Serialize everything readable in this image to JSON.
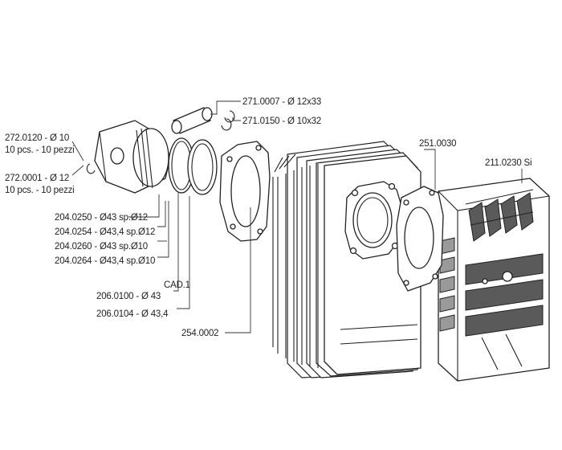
{
  "labels": {
    "pin_12x33": "271.0007 - Ø 12x33",
    "pin_10x32": "271.0150 - Ø 10x32",
    "clip_10": "272.0120 - Ø 10",
    "clip_10_pcs": "10 pcs. - 10 pezzi",
    "clip_12": "272.0001 - Ø 12",
    "clip_12_pcs": "10 pcs. - 10 pezzi",
    "ring_a": "204.0250 - Ø43 sp.Ø12",
    "ring_b": "204.0254 - Ø43,4 sp.Ø12",
    "ring_c": "204.0260 - Ø43 sp.Ø10",
    "ring_d": "204.0264 - Ø43,4 sp.Ø10",
    "cad": "CAD.1",
    "ring_set_43": "206.0100 - Ø 43",
    "ring_set_434": "206.0104 - Ø 43,4",
    "base_gasket": "254.0002",
    "head_gasket": "251.0030",
    "head": "211.0230 Si"
  }
}
